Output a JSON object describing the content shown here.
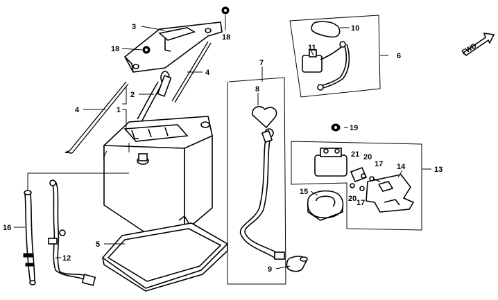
{
  "labels": {
    "l1": "1",
    "l2": "2",
    "l3": "3",
    "l4a": "4",
    "l4b": "4",
    "l5": "5",
    "l6": "6",
    "l7": "7",
    "l8": "8",
    "l9": "9",
    "l10": "10",
    "l11": "11",
    "l12": "12",
    "l13": "13",
    "l14": "14",
    "l15": "15",
    "l16": "16",
    "l17a": "17",
    "l17b": "17",
    "l18a": "18",
    "l18b": "18",
    "l19": "19",
    "l20a": "20",
    "l20b": "20",
    "l21": "21"
  },
  "fwd": "FWD",
  "colors": {
    "ink": "#000000",
    "paper": "#ffffff"
  }
}
